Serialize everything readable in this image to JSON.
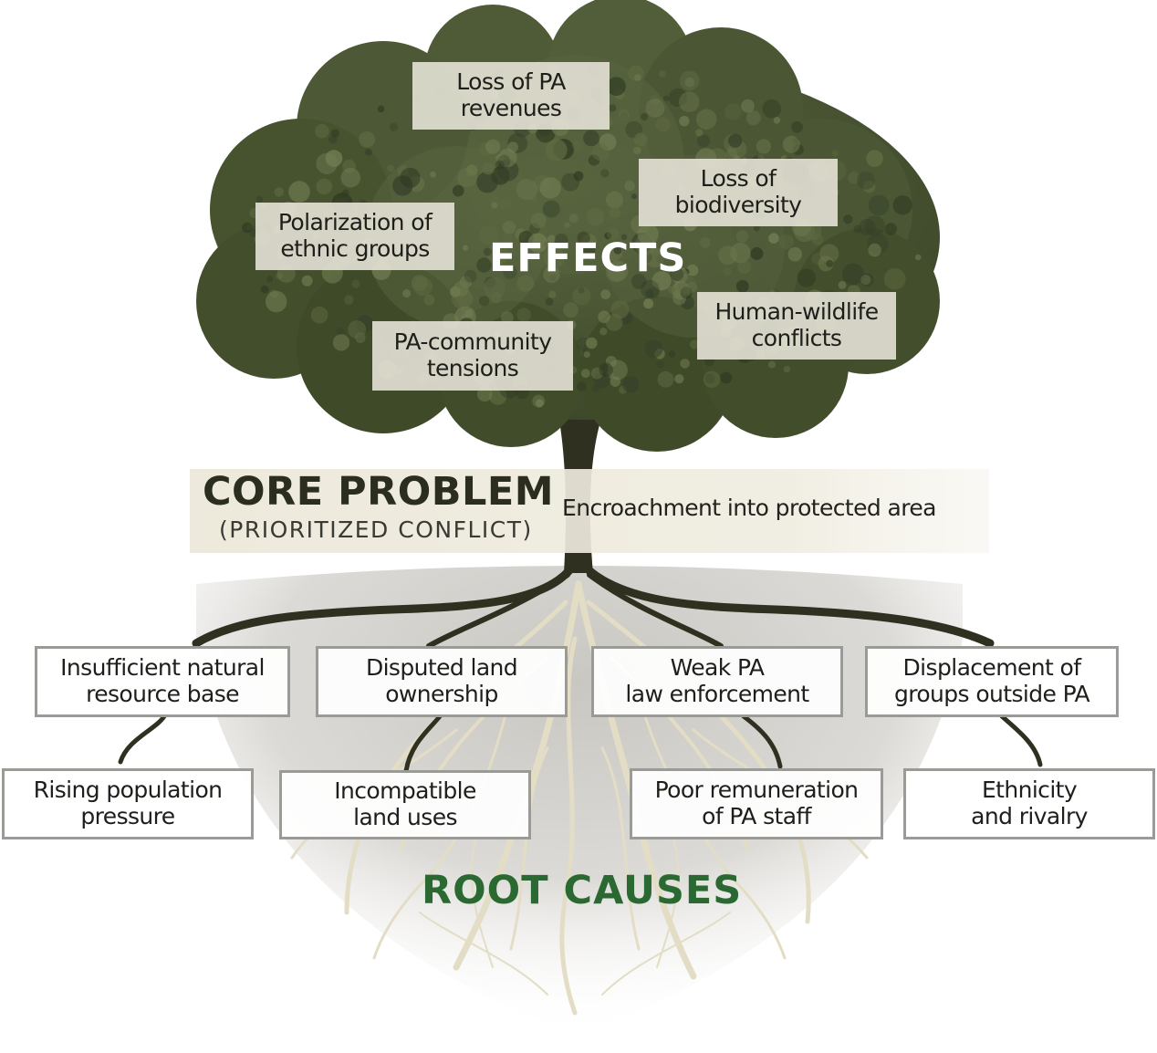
{
  "effects": {
    "heading": "EFFECTS",
    "items": [
      {
        "line1": "Loss of PA",
        "line2": "revenues"
      },
      {
        "line1": "Loss of",
        "line2": "biodiversity"
      },
      {
        "line1": "Polarization of",
        "line2": "ethnic groups"
      },
      {
        "line1": "Human-wildlife",
        "line2": "conflicts"
      },
      {
        "line1": "PA-community",
        "line2": "tensions"
      }
    ]
  },
  "core_problem": {
    "title": "CORE PROBLEM",
    "subtitle": "(PRIORITIZED CONFLICT)",
    "text": "Encroachment into protected area"
  },
  "root_causes": {
    "heading": "ROOT CAUSES",
    "items": [
      {
        "line1": "Insufficient natural",
        "line2": "resource base"
      },
      {
        "line1": "Disputed land",
        "line2": "ownership"
      },
      {
        "line1": "Weak PA",
        "line2": "law enforcement"
      },
      {
        "line1": "Displacement of",
        "line2": "groups outside PA"
      },
      {
        "line1": "Rising population",
        "line2": "pressure"
      },
      {
        "line1": "Incompatible",
        "line2": "land uses"
      },
      {
        "line1": "Poor remuneration",
        "line2": "of PA staff"
      },
      {
        "line1": "Ethnicity",
        "line2": "and rivalry"
      }
    ]
  },
  "colors": {
    "foliage": "#4e5a36",
    "foliage_dark": "#3a4428",
    "trunk": "#2f3020",
    "roots_light": "#e2dcc4",
    "band": "#ece8da",
    "root_heading": "#2a6a32"
  }
}
